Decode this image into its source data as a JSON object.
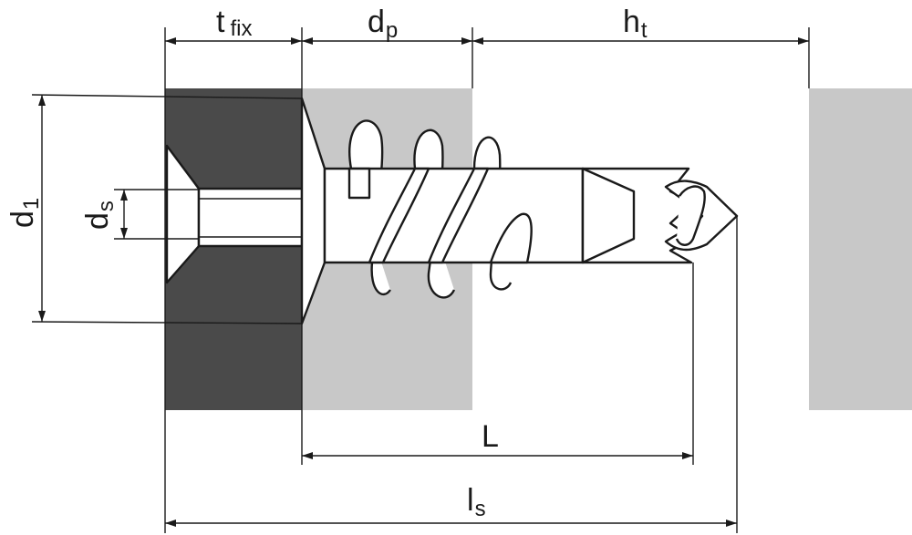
{
  "labels": {
    "t_fix": {
      "main": "t",
      "sub": "fix"
    },
    "d_p": {
      "main": "d",
      "sub": "p"
    },
    "h_t": {
      "main": "h",
      "sub": "t"
    },
    "d_1": {
      "main": "d",
      "sub": "1"
    },
    "d_s": {
      "main": "d",
      "sub": "s"
    },
    "L": {
      "main": "L"
    },
    "l_s": {
      "main": "l",
      "sub": "s"
    }
  },
  "colors": {
    "fixture": "#4a4a4a",
    "substrate": "#c8c8c8",
    "line": "#1a1a1a",
    "background": "#ffffff"
  }
}
